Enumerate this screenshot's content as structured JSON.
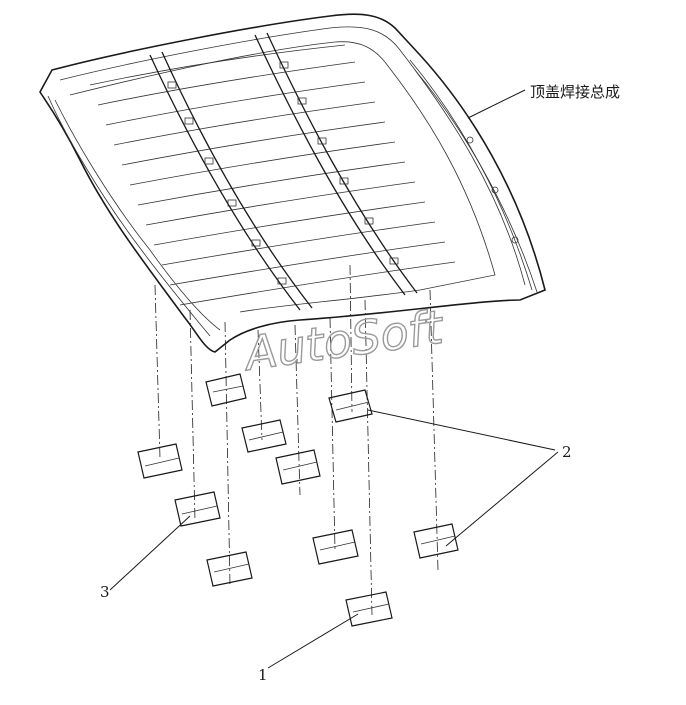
{
  "labels": {
    "assembly": "顶盖焊接总成",
    "part1": "1",
    "part2": "2",
    "part3": "3"
  },
  "watermark": "AutoSoft",
  "colors": {
    "line": "#1a1a1a",
    "watermark": "#9a9a9a",
    "background": "#ffffff"
  }
}
